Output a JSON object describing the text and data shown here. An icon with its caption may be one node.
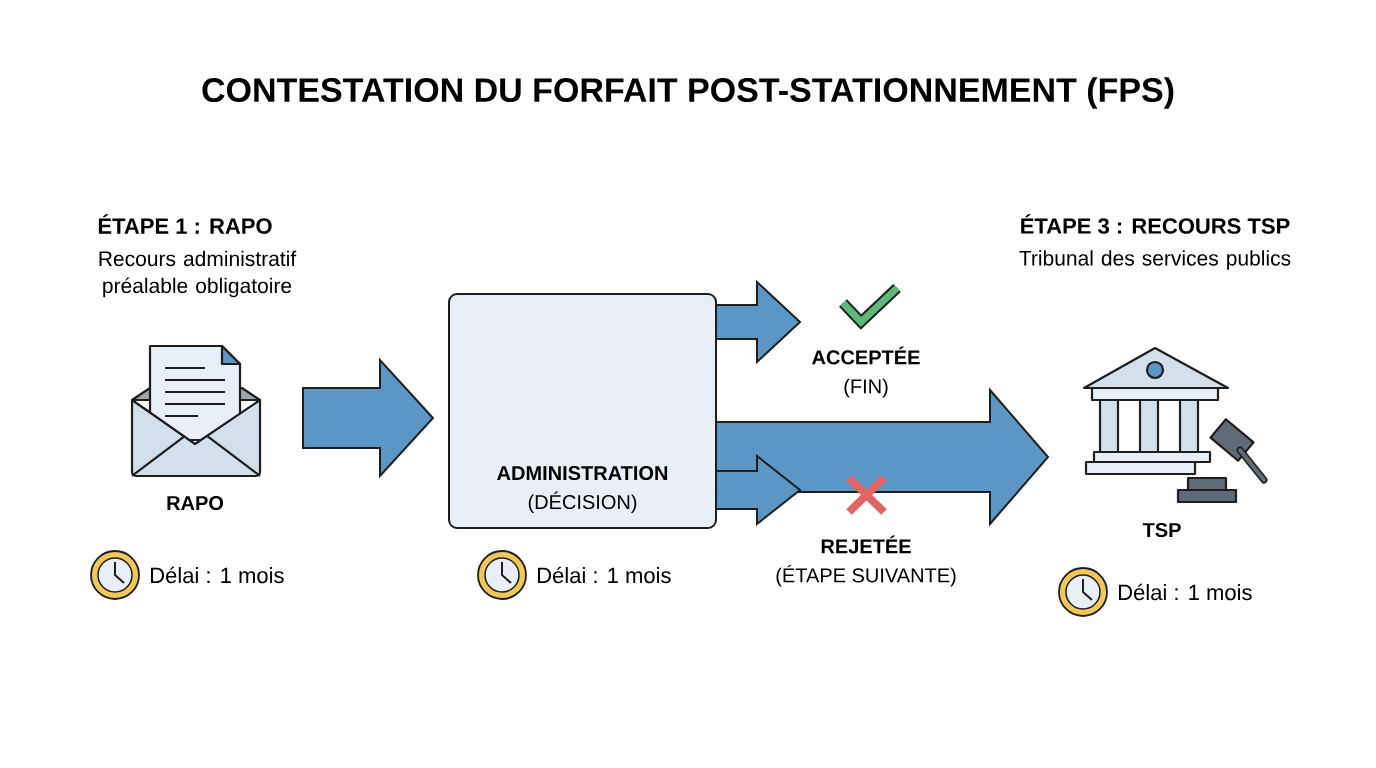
{
  "diagram": {
    "title": "CONTESTATION DU FORFAIT POST-STATIONNEMENT (FPS)",
    "nodes": [
      {
        "text": [
          "RAPO"
        ],
        "beside": [
          "Délai : 1 mois"
        ]
      },
      {
        "text": [
          "ADMINISTRATION",
          "(DÉCISION)"
        ],
        "beside": [
          "Délai : 1 mois"
        ]
      },
      {
        "text": [
          "ACCEPTÉE",
          "(FIN)"
        ]
      },
      {
        "text": [
          "REJETÉE",
          "(ÉTAPE SUIVANTE)"
        ]
      },
      {
        "text": [
          "TSP"
        ],
        "beside": [
          "Délai : 1 mois"
        ]
      }
    ],
    "edges": [
      {
        "from": 0,
        "to": 1,
        "arrow": "to"
      },
      {
        "from": 1,
        "to": 2,
        "arrow": "to"
      },
      {
        "from": 1,
        "to": 4,
        "arrow": "to",
        "style": "thick"
      },
      {
        "from": 1,
        "to": 3,
        "arrow": "to"
      }
    ],
    "labels": [
      "ÉTAPE 1 : RAPO",
      "Recours administratif préalable obligatoire",
      "ÉTAPE 3 : RECOURS TSP",
      "Tribunal des services publics"
    ]
  }
}
